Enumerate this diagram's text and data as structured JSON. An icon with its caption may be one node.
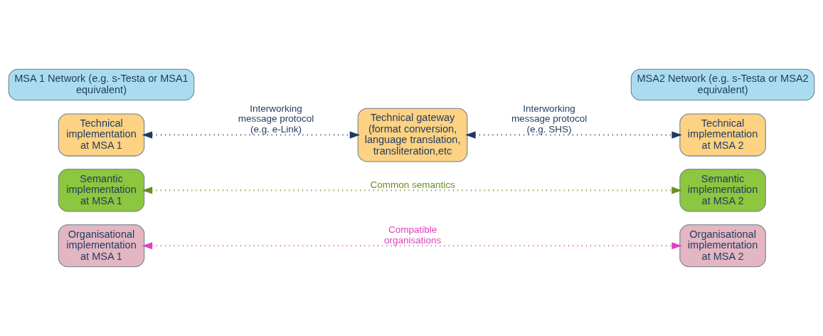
{
  "diagram": {
    "nodes": [
      {
        "text": [
          "Organisational implementation at MSA 1"
        ]
      },
      {
        "text": [
          "Organisational implementation at MSA 2"
        ]
      },
      {
        "text": [
          "Semantic implementation at MSA 1"
        ]
      },
      {
        "text": [
          "Semantic implementation at MSA 2"
        ]
      },
      {
        "text": [
          "Technical implementation at MSA 1"
        ]
      },
      {
        "text": [
          "Technical gateway (format conversion, language translation, transliteration,etc"
        ]
      },
      {
        "text": [
          "Technical implementation at MSA 2"
        ]
      },
      {
        "text": [
          "MSA 1 Network (e.g. s-Testa or MSA1 equivalent)"
        ]
      },
      {
        "text": [
          "MSA2 Network (e.g. s-Testa or MSA2 equivalent)"
        ]
      }
    ],
    "edges": [
      {
        "from": 0,
        "to": 1,
        "arrow": "both",
        "label": "Compatible organisations",
        "style": "dashed",
        "color": "#e040c0"
      },
      {
        "from": 2,
        "to": 3,
        "arrow": "both",
        "label": "Common semantics",
        "style": "dashed",
        "color": "#6b8e23"
      },
      {
        "from": 4,
        "to": 5,
        "arrow": "both",
        "label": "Interworking message protocol (e.g. e-Link)",
        "style": "dashed",
        "color": "#1f3a5f"
      },
      {
        "from": 5,
        "to": 6,
        "arrow": "both",
        "label": "Interworking message protocol (e.g. SHS)",
        "style": "dashed",
        "color": "#1f3a5f"
      }
    ]
  }
}
